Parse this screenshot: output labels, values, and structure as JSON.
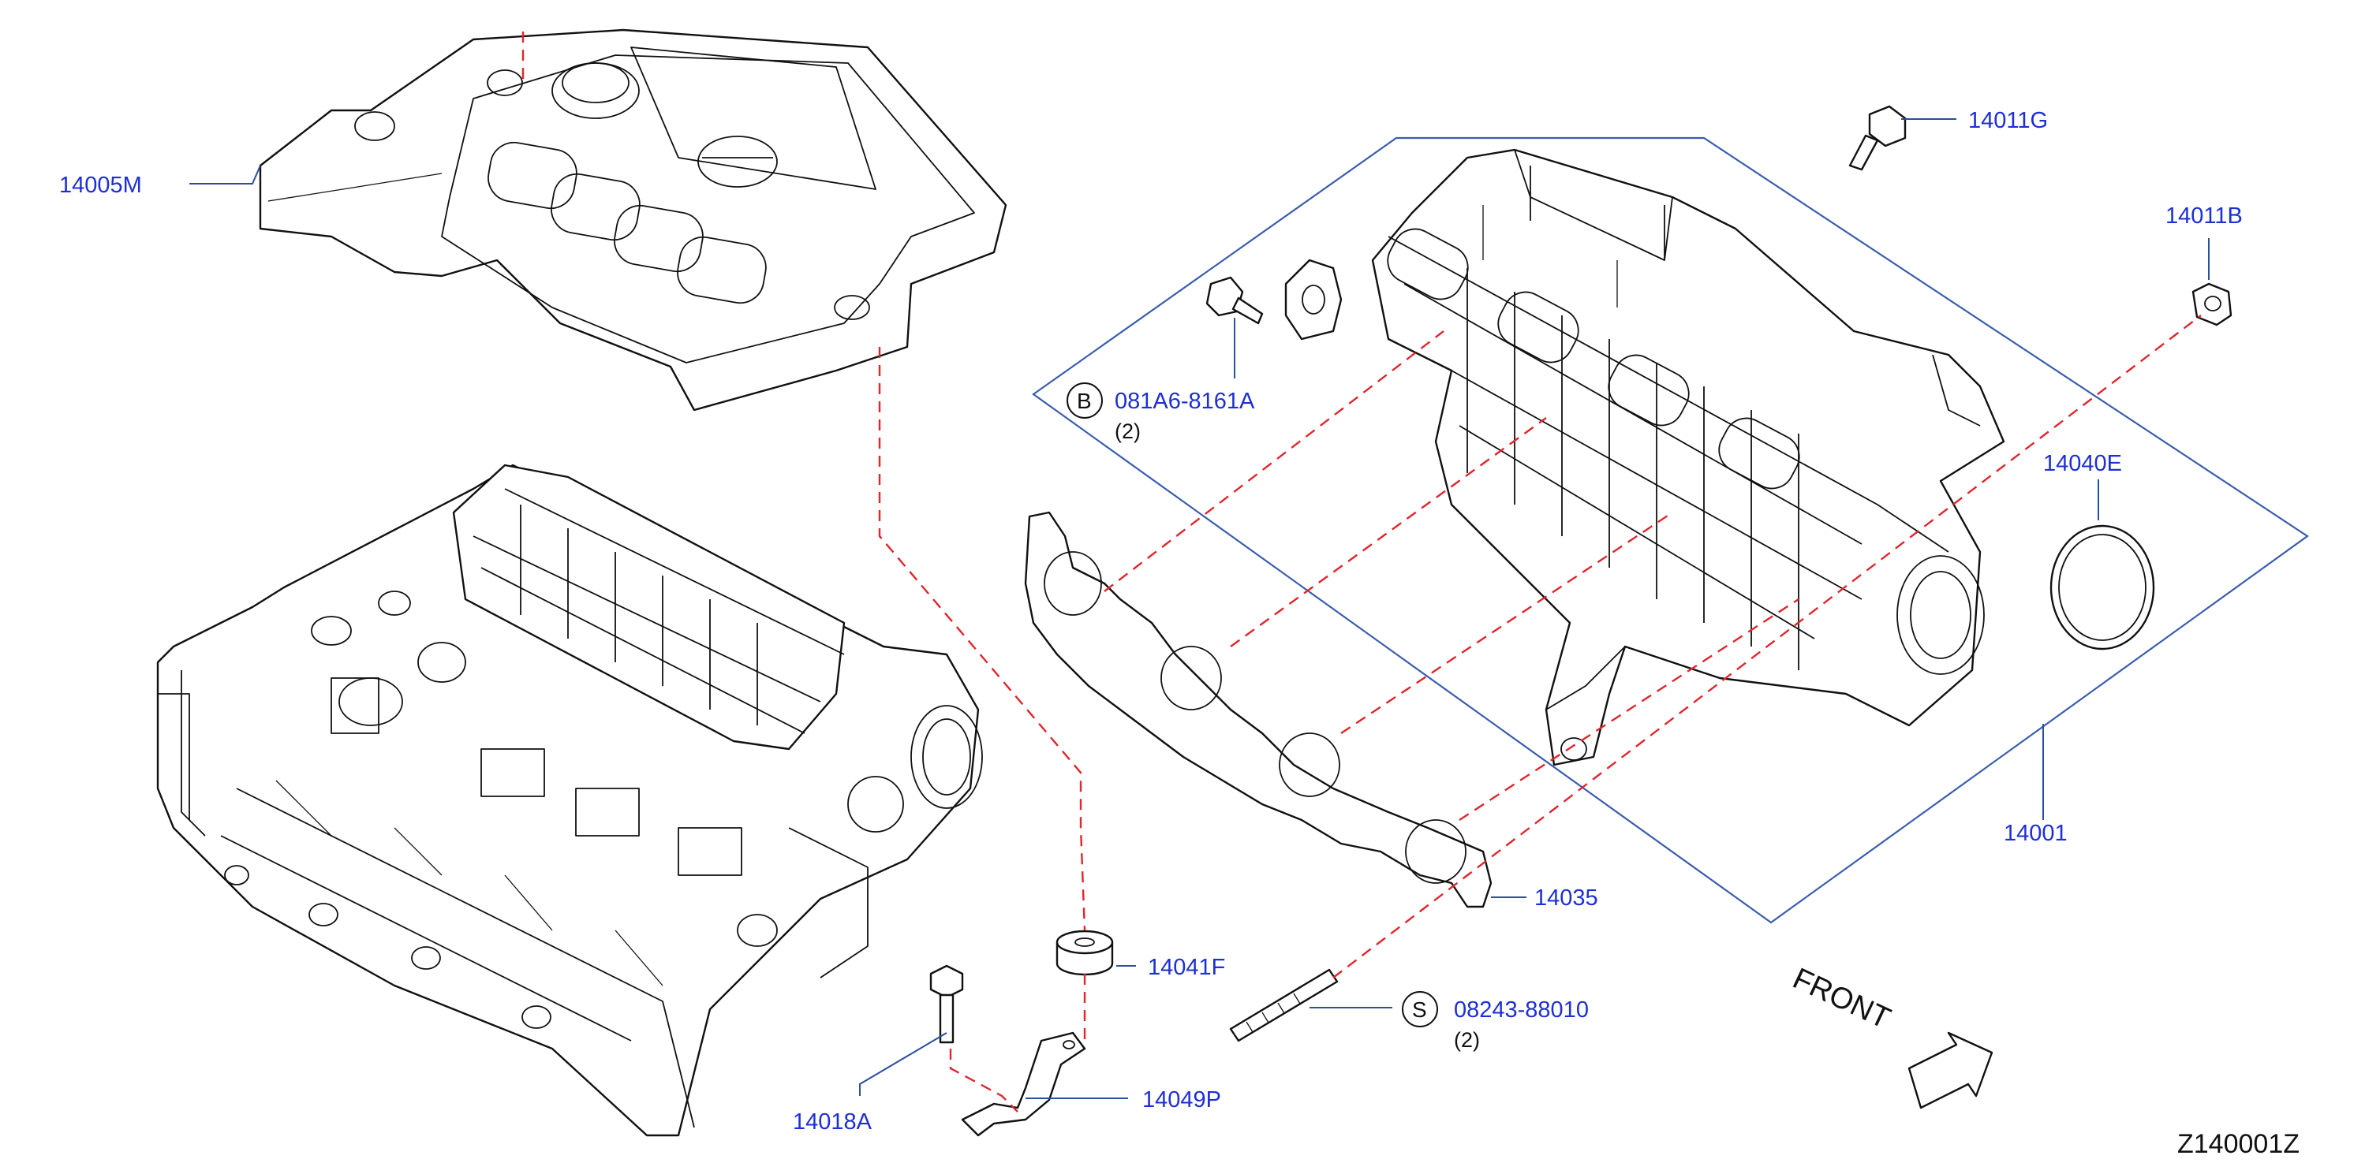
{
  "diagram": {
    "reference_code": "Z140001Z",
    "front_indicator": "FRONT",
    "parts": [
      {
        "id": "p-14005M",
        "label": "14005M"
      },
      {
        "id": "p-14011G",
        "label": "14011G"
      },
      {
        "id": "p-14011B",
        "label": "14011B"
      },
      {
        "id": "p-081A6",
        "label": "081A6-8161A",
        "circle": "B",
        "qty": "(2)"
      },
      {
        "id": "p-14040E",
        "label": "14040E"
      },
      {
        "id": "p-14001",
        "label": "14001"
      },
      {
        "id": "p-14035",
        "label": "14035"
      },
      {
        "id": "p-14041F",
        "label": "14041F"
      },
      {
        "id": "p-08243",
        "label": "08243-88010",
        "circle": "S",
        "qty": "(2)"
      },
      {
        "id": "p-14049P",
        "label": "14049P"
      },
      {
        "id": "p-14018A",
        "label": "14018A"
      }
    ]
  },
  "colors": {
    "label_blue": "#1d2fd6",
    "leader_blue": "#2a4ea0",
    "dashed_red": "#e0262b",
    "linework": "#111111"
  }
}
